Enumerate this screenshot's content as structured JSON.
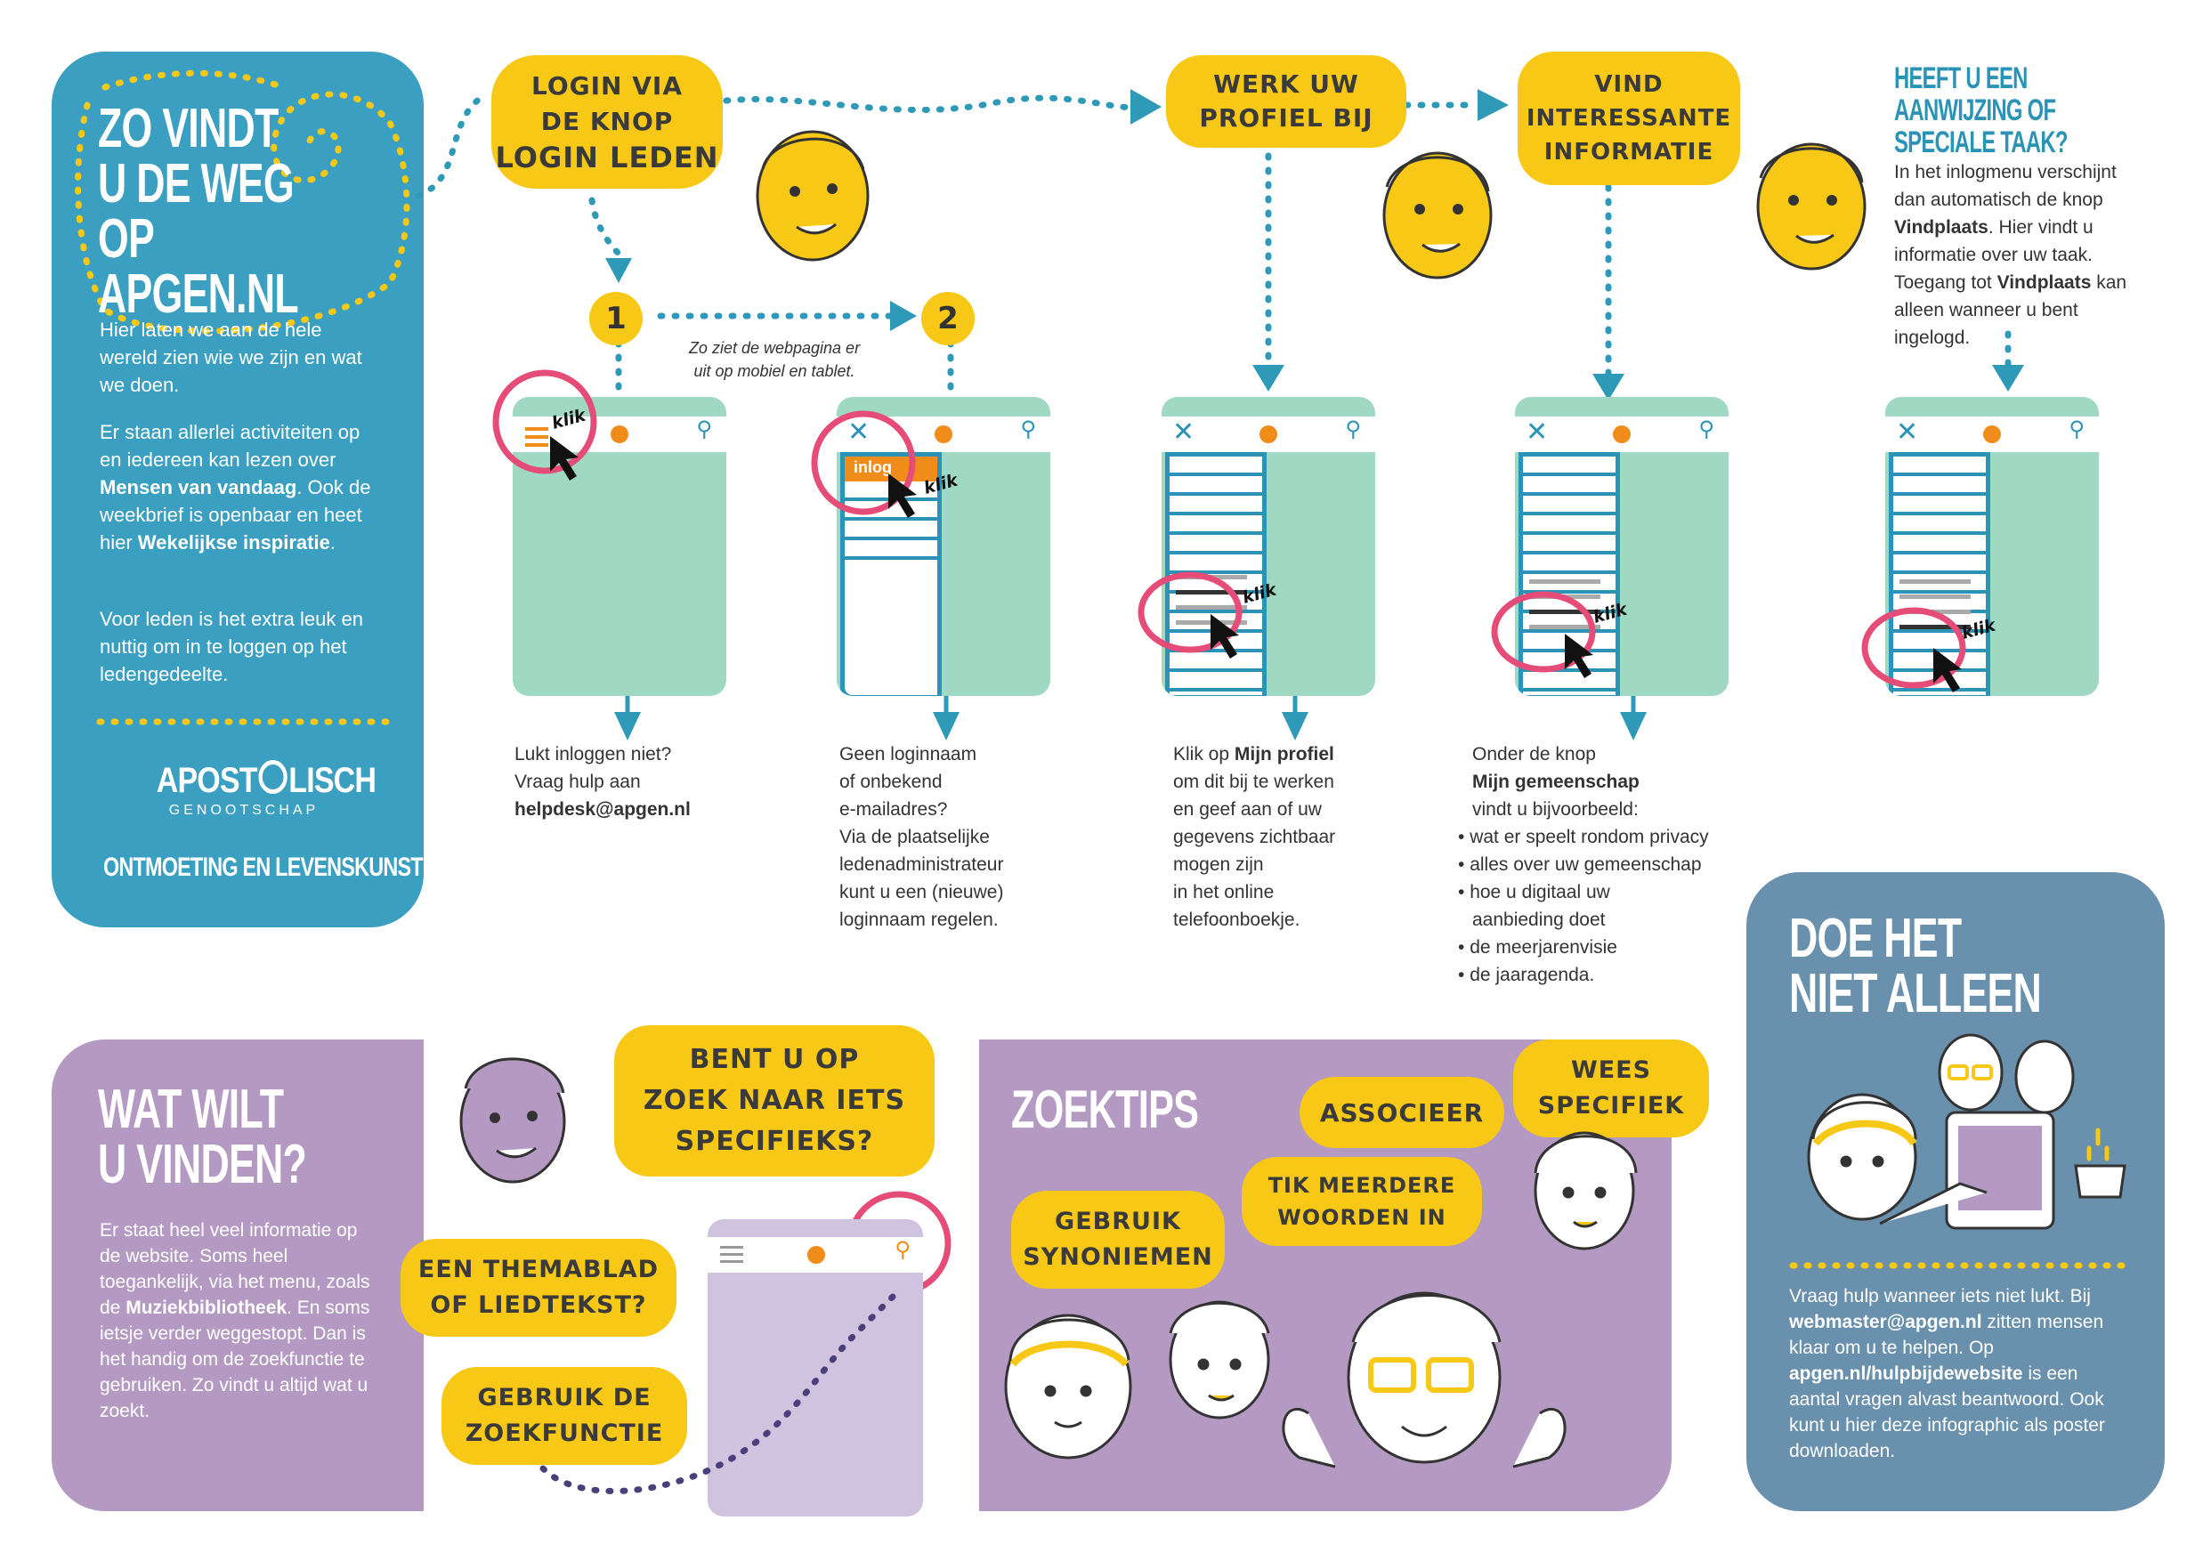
{
  "left_panel": {
    "title_line1": "ZO VINDT",
    "title_line2": "U DE WEG",
    "title_line3": "OP APGEN.NL",
    "para1": "Hier laten we aan de hele wereld zien wie we zijn en wat we doen.",
    "para2_a": "Er staan allerlei activiteiten op en iedereen kan lezen over ",
    "para2_b": "Mensen van vandaag",
    "para2_c": ". Ook de weekbrief is openbaar en heet hier ",
    "para2_d": "Wekelijkse inspiratie",
    "para2_e": ".",
    "para3": "Voor leden is het extra leuk en nuttig om in te loggen op het ledengedeelte.",
    "logo_word_a": "APOST",
    "logo_word_b": "LISCH",
    "logo_sub": "GENOOTSCHAP",
    "tagline": "ONTMOETING EN LEVENSKUNST"
  },
  "bubbles": {
    "login_line1": "LOGIN VIA",
    "login_line2": "DE KNOP",
    "login_line3": "LOGIN LEDEN",
    "profiel_line1": "WERK UW",
    "profiel_line2": "PROFIEL BIJ",
    "vind_line1": "VIND",
    "vind_line2": "INTERESSANTE",
    "vind_line3": "INFORMATIE"
  },
  "steps": {
    "one": "1",
    "two": "2",
    "mobile_note_line1": "Zo ziet de webpagina er",
    "mobile_note_line2": "uit op mobiel en tablet.",
    "klik": "klik",
    "inlog": "inlog"
  },
  "captions": {
    "c1_line1": "Lukt inloggen niet?",
    "c1_line2": "Vraag hulp aan",
    "c1_email": "helpdesk@apgen.nl",
    "c2_line1": "Geen loginnaam",
    "c2_line2": "of onbekend",
    "c2_line3": "e-mailadres?",
    "c2_line4": "Via de plaatselijke",
    "c2_line5": "ledenadministrateur",
    "c2_line6": "kunt u een (nieuwe)",
    "c2_line7": "loginnaam regelen.",
    "c3_a": "Klik op ",
    "c3_b": "Mijn profiel",
    "c3_line2": "om dit bij te werken",
    "c3_line3": "en geef aan of uw",
    "c3_line4": "gegevens zichtbaar",
    "c3_line5": "mogen zijn",
    "c3_line6": "in het online",
    "c3_line7": "telefoonboekje.",
    "c4_line1": "Onder de knop",
    "c4_line2": "Mijn gemeenschap",
    "c4_line3": "vindt u bijvoorbeeld:",
    "c4_bullets": [
      "wat er speelt rondom privacy",
      "alles over uw gemeenschap",
      "hoe u digitaal uw",
      "aanbieding doet",
      "de meerjarenvisie",
      "de jaaragenda."
    ]
  },
  "taak": {
    "title_line1": "HEEFT U EEN",
    "title_line2": "AANWIJZING OF",
    "title_line3": "SPECIALE TAAK?",
    "text_a": "In het inlogmenu verschijnt dan automatisch de knop ",
    "text_b": "Vindplaats",
    "text_c": ". Hier vindt u informatie over uw taak. Toegang tot ",
    "text_d": "Vindplaats",
    "text_e": " kan alleen wanneer u bent ingelogd."
  },
  "vinden": {
    "title_line1": "WAT WILT",
    "title_line2": "U VINDEN?",
    "text_a": "Er staat heel veel informatie op de website. Soms heel toegankelijk, via het menu, zoals de ",
    "text_b": "Muziekbibliotheek",
    "text_c": ". En soms ietsje verder weggestopt. Dan is het handig om de zoekfunctie te gebruiken. Zo vindt u altijd wat u zoekt.",
    "bubble1_line1": "BENT U OP",
    "bubble1_line2": "ZOEK NAAR IETS",
    "bubble1_line3": "SPECIFIEKS?",
    "bubble2_line1": "EEN THEMABLAD",
    "bubble2_line2": "OF LIEDTEKST?",
    "bubble3_line1": "GEBRUIK DE",
    "bubble3_line2": "ZOEKFUNCTIE"
  },
  "zoektips": {
    "title": "ZOEKTIPS",
    "tip1": "ASSOCIEER",
    "tip2_line1": "WEES",
    "tip2_line2": "SPECIFIEK",
    "tip3_line1": "TIK MEERDERE",
    "tip3_line2": "WOORDEN IN",
    "tip4_line1": "GEBRUIK",
    "tip4_line2": "SYNONIEMEN"
  },
  "alleen": {
    "title_line1": "DOE HET",
    "title_line2": "NIET ALLEEN",
    "text_a": "Vraag hulp wanneer iets niet lukt. Bij ",
    "text_b": "webmaster@apgen.nl",
    "text_c": " zitten mensen klaar om u te helpen. Op ",
    "text_d": "apgen.nl/hulpbijdewebsite",
    "text_e": " is een aantal vragen alvast beantwoord. Ook kunt u hier deze infographic als poster downloaden."
  },
  "colors": {
    "teal": "#3a9fc0",
    "yellow": "#f7c816",
    "mint": "#9fd9c3",
    "purple": "#b49ac3",
    "slate": "#6990ac",
    "pink": "#e54c77",
    "orange": "#ef8c1a"
  }
}
